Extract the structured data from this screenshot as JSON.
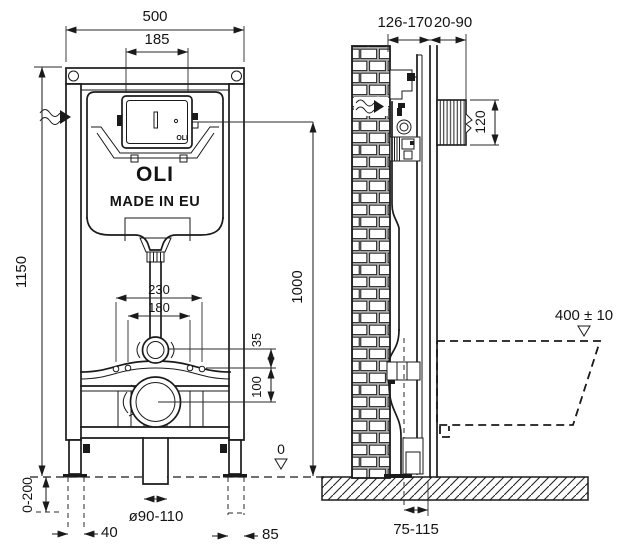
{
  "brand": {
    "logo": "OLI",
    "made_in": "MADE IN EU",
    "plate_logo": "OLI"
  },
  "front": {
    "width": "500",
    "plate_width": "185",
    "height": "1150",
    "outlet_height": "1000",
    "fix_outer": "230",
    "fix_inner": "180",
    "flush_offset": "35",
    "outlet_offset": "100",
    "floor_adjust": "0-200",
    "foot_left": "40",
    "drain_dia": "ø90-110",
    "foot_right": "85",
    "datum": "0"
  },
  "side": {
    "depth": "126-170",
    "wall": "20-90",
    "plate_h": "120",
    "bowl_h": "400 ± 10",
    "outlet": "75-115"
  }
}
